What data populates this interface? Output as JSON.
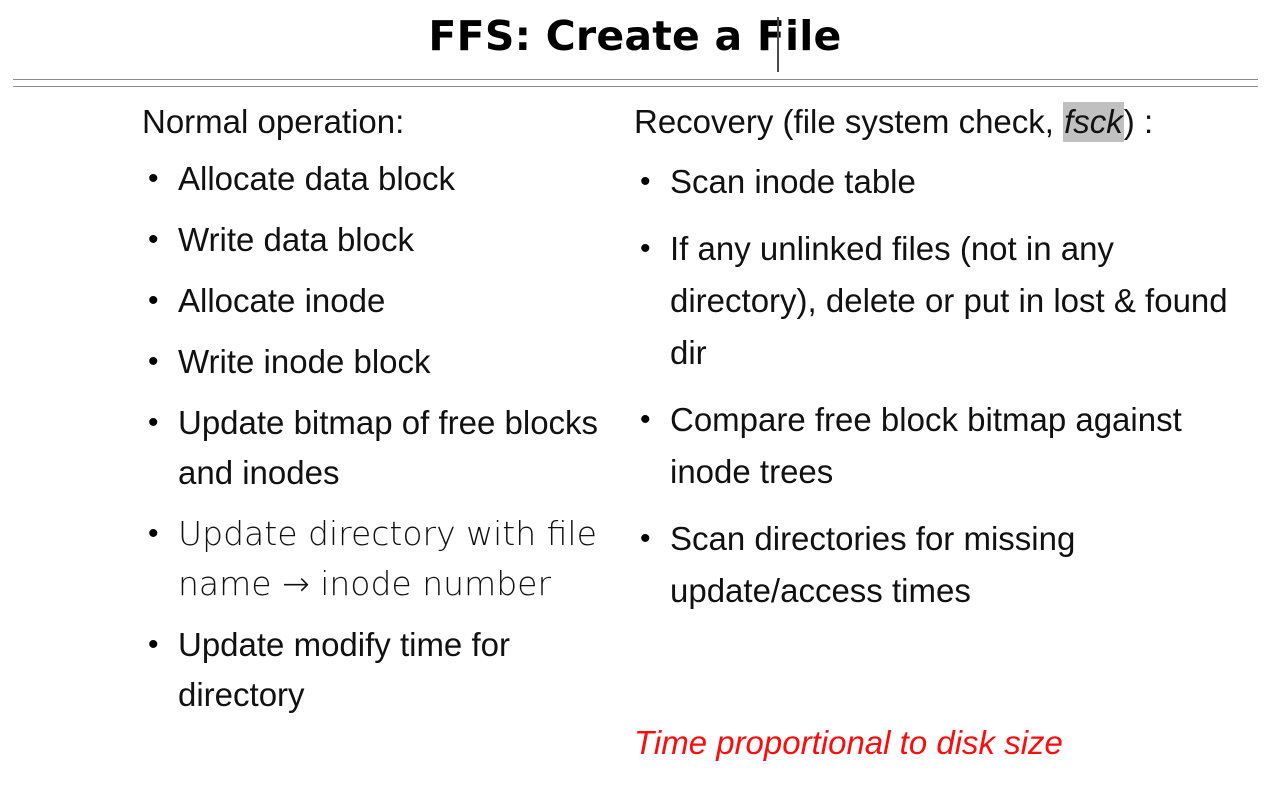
{
  "slide": {
    "title": "FFS: Create a File",
    "caret_present": true,
    "colors": {
      "text": "#111111",
      "title": "#000000",
      "rule": "#8d8d8d",
      "highlight": "#c0c0c0",
      "accent_red": "#fb0d0d",
      "background": "#ffffff"
    }
  },
  "left_column": {
    "heading": "Normal operation:",
    "bullets": [
      "Allocate data block",
      "Write data block",
      "Allocate inode",
      "Write inode block",
      "Update bitmap of free blocks and inodes",
      "Update directory with file name → inode number",
      "Update modify time for directory"
    ]
  },
  "right_column": {
    "heading_before": "Recovery (file system check, ",
    "heading_highlight": "fsck",
    "heading_after": ") :",
    "bullets": [
      "Scan inode table",
      "If any unlinked files (not in any directory), delete or put in lost & found dir",
      "Compare free block bitmap against inode trees",
      "Scan directories for missing update/access times"
    ],
    "footnote": "Time proportional to disk size"
  }
}
